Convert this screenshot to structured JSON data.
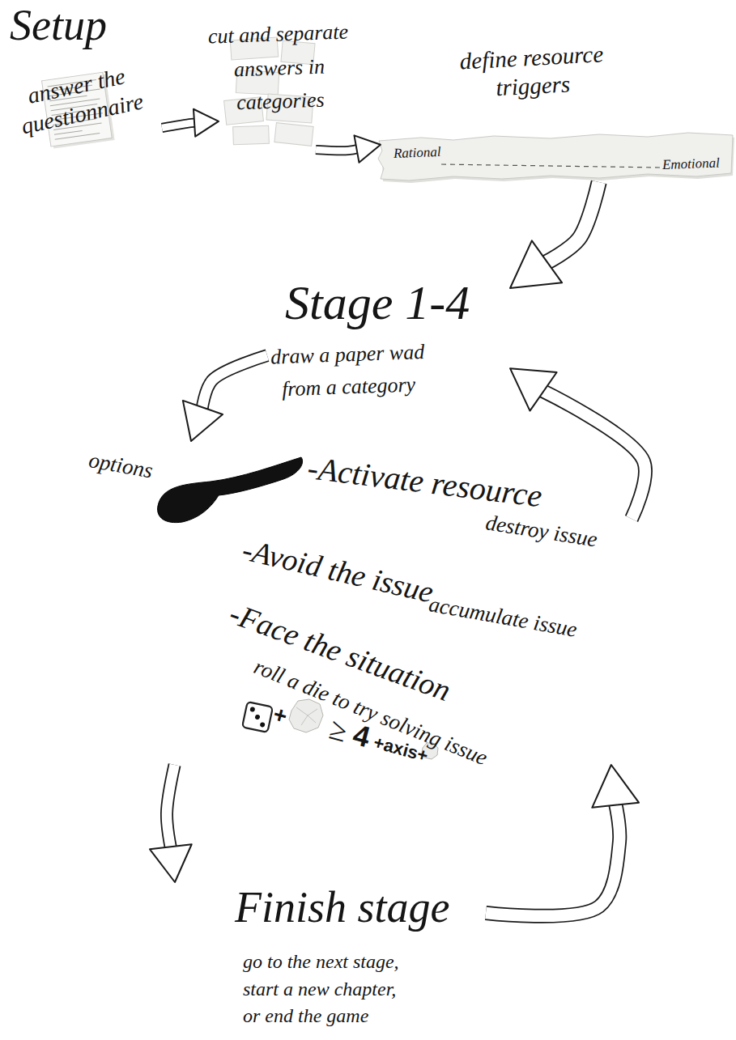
{
  "diagram": {
    "nodes": [
      {
        "text": [
          "Setup"
        ]
      },
      {
        "text": [
          "answer the questionnaire"
        ],
        "in": 0
      },
      {
        "text": [
          "cut and separate answers in categories"
        ],
        "in": 0
      },
      {
        "text": [
          "define resource triggers"
        ],
        "in": 0
      },
      {
        "text": [
          "Stage 1-4",
          "draw a paper wad from a category"
        ]
      },
      {
        "text": [
          "options",
          "-Activate resource",
          "destroy issue",
          "-Avoid the issue",
          "accumulate issue",
          "-Face the situation",
          "roll a die to try solving issue"
        ]
      },
      {
        "text": [
          "Finish stage",
          "go to the next stage, start a new chapter, or end the game"
        ]
      }
    ],
    "edges": [
      {
        "from": 1,
        "to": 2,
        "arrow": "to"
      },
      {
        "from": 2,
        "to": 3,
        "arrow": "to"
      },
      {
        "from": 3,
        "to": 4,
        "arrow": "to"
      },
      {
        "from": 4,
        "to": 5,
        "arrow": "to"
      },
      {
        "from": 5,
        "to": 4,
        "arrow": "to"
      },
      {
        "from": 5,
        "to": 6,
        "arrow": "to"
      },
      {
        "from": 6,
        "to": 5,
        "arrow": "to"
      }
    ],
    "labels": [
      "Rational",
      "Emotional",
      "+",
      "≥",
      "4",
      "+axis+"
    ]
  }
}
